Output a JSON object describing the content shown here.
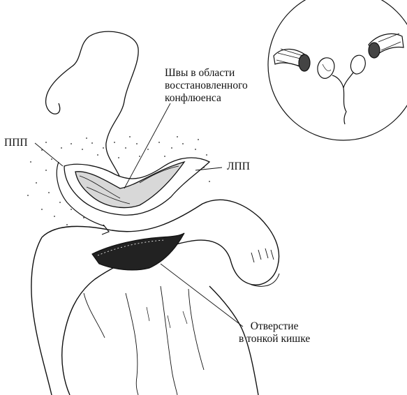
{
  "labels": {
    "sutures": [
      "Швы в области",
      "восстановленного",
      "конфлюенса"
    ],
    "ppp": "ППП",
    "lpp": "ЛПП",
    "opening": [
      "Отверстие",
      "в тонкой кишке"
    ]
  },
  "colors": {
    "ink": "#111111",
    "paper": "#ffffff"
  }
}
